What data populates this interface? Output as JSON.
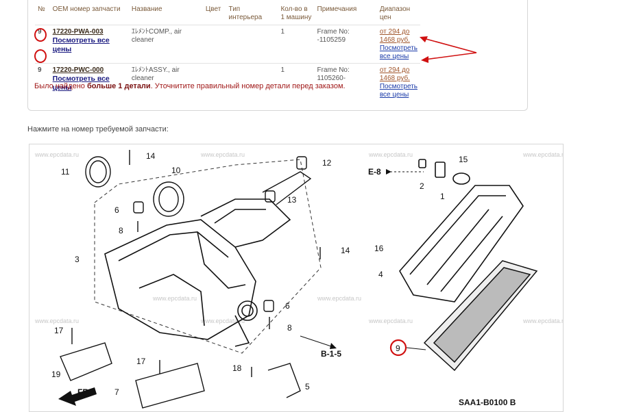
{
  "table": {
    "headers": [
      "№",
      "OEM номер запчасти",
      "Название",
      "Цвет",
      "Тип интерьера",
      "Кол-во в 1 машину",
      "Примечания",
      "Диапазон цен"
    ],
    "rows": [
      {
        "no": "9",
        "part": "17220-PWA-003",
        "see_all": "Посмотреть все цены",
        "name": "ｴﾚﾒﾝﾄCOMP., air cleaner",
        "qty": "1",
        "note": "Frame No: -1105259",
        "price": "от 294 до 1468 руб.",
        "price_all": "Посмотреть все цены"
      },
      {
        "no": "9",
        "part": "17220-PWC-000",
        "see_all": "Посмотреть все цены",
        "name": "ｴﾚﾒﾝﾄASSY., air cleaner",
        "qty": "1",
        "note": "Frame No: 1105260-",
        "price": "от 294 до 1468 руб.",
        "price_all": "Посмотреть все цены"
      }
    ]
  },
  "warning": {
    "pre": "Было найдено ",
    "bold": "больше 1 детали",
    "post": ". Уточнитите правильный номер детали перед заказом."
  },
  "prompt": "Нажмите на номер требуемой запчасти:",
  "diagram": {
    "watermark": "www.epcdata.ru",
    "code": "SAA1-B0100 B",
    "refs": [
      "E-8",
      "B-1-5",
      "FR."
    ],
    "callouts": [
      "1",
      "2",
      "3",
      "4",
      "5",
      "6",
      "6",
      "7",
      "8",
      "8",
      "9",
      "10",
      "11",
      "12",
      "13",
      "14",
      "14",
      "15",
      "16",
      "17",
      "17",
      "18",
      "19"
    ]
  },
  "colors": {
    "accent_red": "#d01010",
    "link_blue": "#1a3aa8",
    "header_brown": "#7a5a3a"
  }
}
